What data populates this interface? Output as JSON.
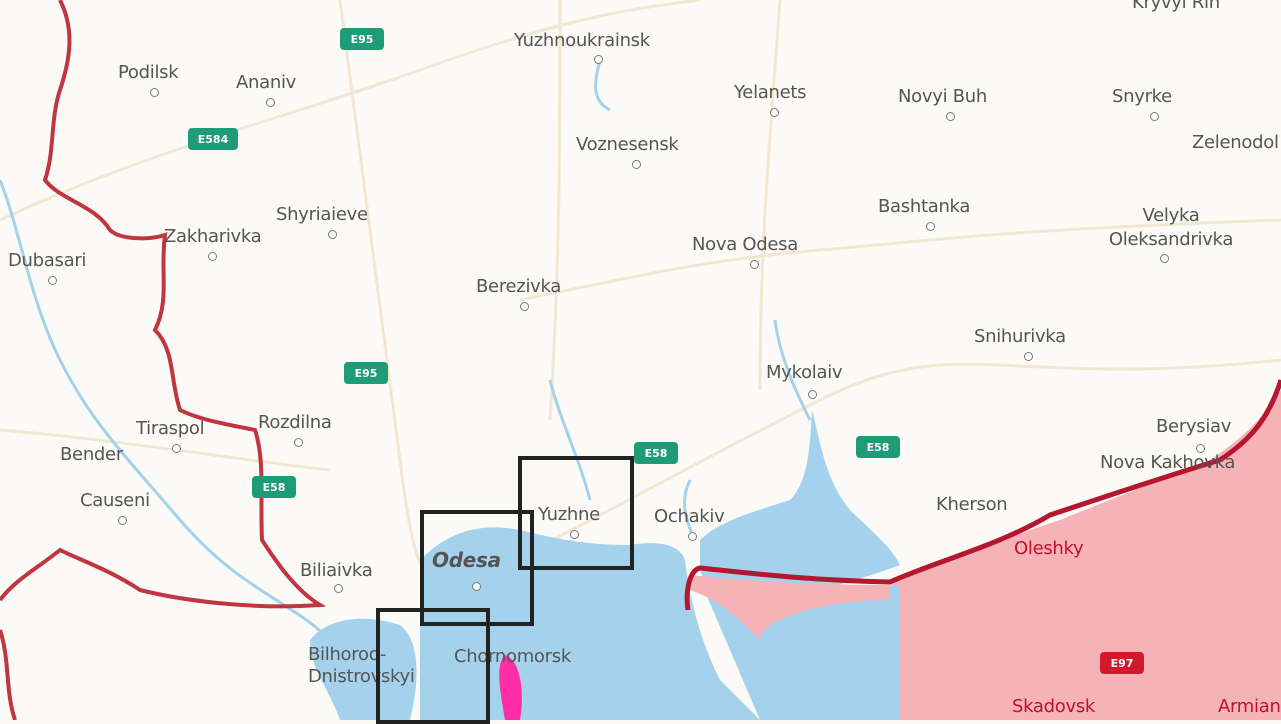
{
  "map": {
    "colors": {
      "land": "#fbfaf6",
      "sea": "#a4d2ec",
      "occupied": "#f5b3b8",
      "frontline": "#b5172f",
      "border": "#c0353f",
      "road_label": "#1d9c77",
      "road_label_occupied": "#d2182b",
      "highlight": "#ff2ea4"
    },
    "cities": [
      {
        "name": "Yuzhnoukrainsk"
      },
      {
        "name": "Kryvyi Rih"
      },
      {
        "name": "Podilsk"
      },
      {
        "name": "Ananiv"
      },
      {
        "name": "Yelanets"
      },
      {
        "name": "Novyi Buh"
      },
      {
        "name": "Snyrke"
      },
      {
        "name": "Voznesensk"
      },
      {
        "name": "Zelenodol"
      },
      {
        "name": "Bashtanka"
      },
      {
        "name": "Velyka Oleksandrivka"
      },
      {
        "name": "Shyriaieve"
      },
      {
        "name": "Zakharivka"
      },
      {
        "name": "Dubasari"
      },
      {
        "name": "Nova Odesa"
      },
      {
        "name": "Berezivka"
      },
      {
        "name": "Snihurivka"
      },
      {
        "name": "Mykolaiv"
      },
      {
        "name": "Berysiav"
      },
      {
        "name": "Nova Kakhovka"
      },
      {
        "name": "Tiraspol"
      },
      {
        "name": "Rozdilna"
      },
      {
        "name": "Bender"
      },
      {
        "name": "Causeni"
      },
      {
        "name": "Yuzhne"
      },
      {
        "name": "Ochakiv"
      },
      {
        "name": "Kherson"
      },
      {
        "name": "Oleshky"
      },
      {
        "name": "Odesa"
      },
      {
        "name": "Biliaivka"
      },
      {
        "name": "Bilhorod-Dnistrovskyi"
      },
      {
        "name": "Chornomorsk"
      },
      {
        "name": "Skadovsk"
      },
      {
        "name": "Armiansk"
      }
    ],
    "roads": [
      {
        "label": "E95"
      },
      {
        "label": "E584"
      },
      {
        "label": "E95"
      },
      {
        "label": "E58"
      },
      {
        "label": "E58"
      },
      {
        "label": "E58"
      },
      {
        "label": "E97"
      }
    ]
  }
}
